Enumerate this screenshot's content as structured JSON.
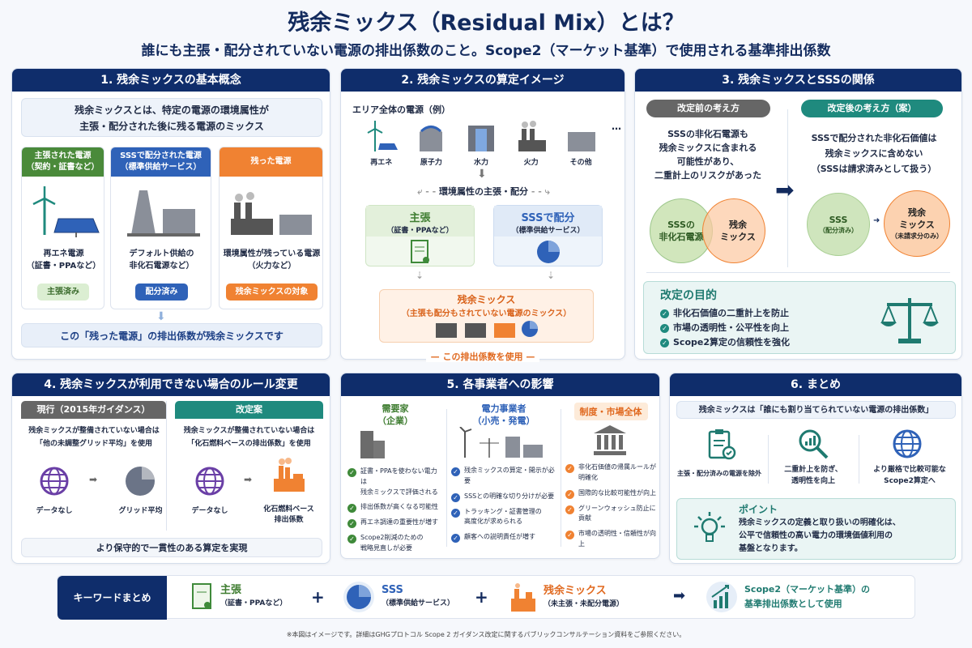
{
  "title": "残余ミックス（Residual Mix）とは？",
  "subtitle": "誰にも主張・配分されていない電源の排出係数のこと。Scope2（マーケット基準）で使用される基準排出係数",
  "colors": {
    "navy": "#0f2d6b",
    "green": "#4a8a3a",
    "blue": "#2f62b8",
    "orange": "#f08232",
    "teal": "#1f8a7e",
    "gray": "#6b6b6b"
  },
  "p1": {
    "title": "1. 残余ミックスの基本概念",
    "intro": [
      "残余ミックスとは、特定の電源の環境属性が",
      "主張・配分された後に残る電源のミックス"
    ],
    "cards": [
      {
        "head": [
          "主張された電源",
          "（契約・証書など）"
        ],
        "text": [
          "再エネ電源",
          "（証書・PPAなど）"
        ],
        "badge": "主張済み",
        "icon": "wind-solar-icon"
      },
      {
        "head": [
          "SSSで配分された電源",
          "（標準供給サービス）"
        ],
        "text": [
          "デフォルト供給の",
          "非化石電源など）"
        ],
        "badge": "配分済み",
        "icon": "power-plant-icon"
      },
      {
        "head": [
          "残った電源"
        ],
        "text": [
          "環境属性が残っている電源",
          "（火力など）"
        ],
        "badge": "残余ミックスの対象",
        "icon": "factory-icon"
      }
    ],
    "conclusion": "この「残った電源」の排出係数が残余ミックスです"
  },
  "p2": {
    "title": "2. 残余ミックスの算定イメージ",
    "area": "エリア全体の電源（例）",
    "sources": [
      "再エネ",
      "原子力",
      "水力",
      "火力",
      "その他"
    ],
    "more": "…",
    "split": "環境属性の主張・配分",
    "claim": {
      "title": "主張",
      "sub": "（証書・PPAなど）"
    },
    "sss": {
      "title": "SSSで配分",
      "sub": "（標準供給サービス）"
    },
    "residual": {
      "title": "残余ミックス",
      "sub": "（主張も配分もされていない電源のミックス）"
    },
    "use": "この排出係数を使用"
  },
  "p3": {
    "title": "3. 残余ミックスとSSSの関係",
    "before": {
      "pill": "改定前の考え方",
      "text": [
        "SSSの非化石電源も",
        "残余ミックスに含まれる",
        "可能性があり、",
        "二重計上のリスクがあった"
      ],
      "c1": [
        "SSSの",
        "非化石電源"
      ],
      "c2": [
        "残余",
        "ミックス"
      ]
    },
    "after": {
      "pill": "改定後の考え方（案）",
      "text": [
        "SSSで配分された非化石価値は",
        "残余ミックスに含めない",
        "（SSSは請求済みとして扱う）"
      ],
      "c1": "SSS",
      "c1sub": "（配分済み）",
      "c2": [
        "残余",
        "ミックス"
      ],
      "c2sub": "（未請求分のみ）"
    },
    "purpose": {
      "title": "改定の目的",
      "items": [
        "非化石価値の二重計上を防止",
        "市場の透明性・公平性を向上",
        "Scope2算定の信頼性を強化"
      ]
    }
  },
  "p4": {
    "title": "4. 残余ミックスが利用できない場合のルール変更",
    "current": {
      "head": "現行（2015年ガイダンス）",
      "text": [
        "残余ミックスが整備されていない場合は",
        "「他の未調整グリッド平均」を使用"
      ],
      "from": "データなし",
      "to": "グリッド平均"
    },
    "proposal": {
      "head": "改定案",
      "text": [
        "残余ミックスが整備されていない場合は",
        "「化石燃料ベースの排出係数」を使用"
      ],
      "from": "データなし",
      "to": [
        "化石燃料ベース",
        "排出係数"
      ]
    },
    "result": "より保守的で一貫性のある算定を実現"
  },
  "p5": {
    "title": "5. 各事業者への影響",
    "cols": [
      {
        "head": [
          "需要家",
          "（企業）"
        ],
        "items": [
          [
            "証書・PPAを使わない電力は",
            "残余ミックスで評価される"
          ],
          [
            "排出係数が高くなる可能性"
          ],
          [
            "再エネ調達の重要性が増す"
          ],
          [
            "Scope2削減のための",
            "戦略見直しが必要"
          ]
        ]
      },
      {
        "head": [
          "電力事業者",
          "（小売・発電）"
        ],
        "items": [
          [
            "残余ミックスの算定・開示が必要"
          ],
          [
            "SSSとの明確な切り分けが必要"
          ],
          [
            "トラッキング・証書管理の",
            "高度化が求められる"
          ],
          [
            "顧客への説明責任が増す"
          ]
        ]
      },
      {
        "head": [
          "制度・市場全体"
        ],
        "items": [
          [
            "非化石価値の帰属ルールが",
            "明確化"
          ],
          [
            "国際的な比較可能性が向上"
          ],
          [
            "グリーンウォッシュ防止に",
            "貢献"
          ],
          [
            "市場の透明性・信頼性が向上"
          ]
        ]
      }
    ]
  },
  "p6": {
    "title": "6. まとめ",
    "lead": "残余ミックスは「誰にも割り当てられていない電源の排出係数」",
    "points": [
      [
        "主張・配分済みの電源を除外"
      ],
      [
        "二重計上を防ぎ、",
        "透明性を向上"
      ],
      [
        "より厳格で比較可能な",
        "Scope2算定へ"
      ]
    ],
    "point": {
      "title": "ポイント",
      "text": [
        "残余ミックスの定義と取り扱いの明確化は、",
        "公平で信頼性の高い電力の環境価値利用の",
        "基盤となります。"
      ]
    }
  },
  "keywords": {
    "label": "キーワードまとめ",
    "items": [
      {
        "title": "主張",
        "sub": "（証書・PPAなど）"
      },
      {
        "title": "SSS",
        "sub": "（標準供給サービス）"
      },
      {
        "title": "残余ミックス",
        "sub": "（未主張・未配分電源）"
      }
    ],
    "plus": "+",
    "result": [
      "Scope2（マーケット基準）の",
      "基準排出係数として使用"
    ]
  },
  "footnote": "※本図はイメージです。詳細はGHGプロトコル Scope 2 ガイダンス改定に関するパブリックコンサルテーション資料をご参照ください。"
}
